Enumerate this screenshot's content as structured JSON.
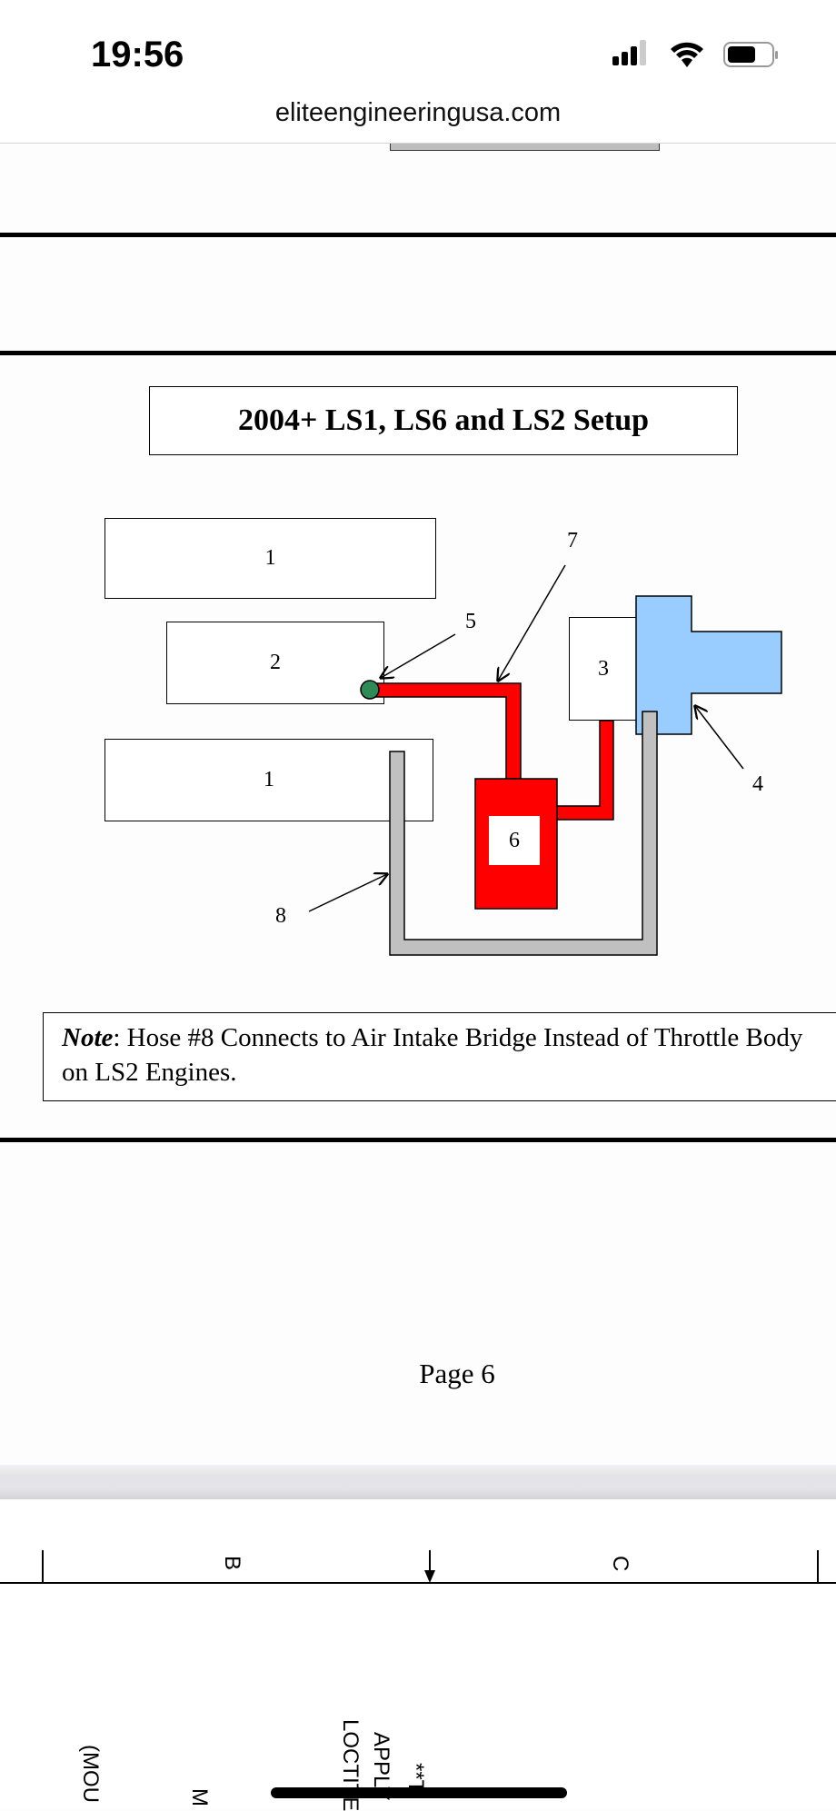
{
  "status_bar": {
    "time": "19:56",
    "signal": "cellular-signal-icon",
    "wifi": "wifi-icon",
    "battery": "battery-icon"
  },
  "browser": {
    "url": "eliteengineeringusa.com"
  },
  "diagram": {
    "title": "2004+ LS1, LS6 and LS2 Setup",
    "labels": {
      "box1_top": "1",
      "box2": "2",
      "box1_bottom": "1",
      "box3": "3",
      "box6": "6",
      "callout4": "4",
      "callout5": "5",
      "callout7": "7",
      "callout8": "8"
    },
    "colors": {
      "red_hose": "#ff0000",
      "gray_hose": "#c0c0c0",
      "blue_part": "#99ccff",
      "green_dot": "#2e8b57"
    },
    "note_label": "Note",
    "note_text": ": Hose #8 Connects to Air Intake Bridge Instead of Throttle Body on LS2 Engines."
  },
  "page_number": "Page 6",
  "next_page": {
    "col_b": "B",
    "col_c": "C",
    "rot1": "(MOU",
    "rot2": "M",
    "rot3": "LOCTITE",
    "rot4": "APPLY",
    "rot5": "**T"
  }
}
